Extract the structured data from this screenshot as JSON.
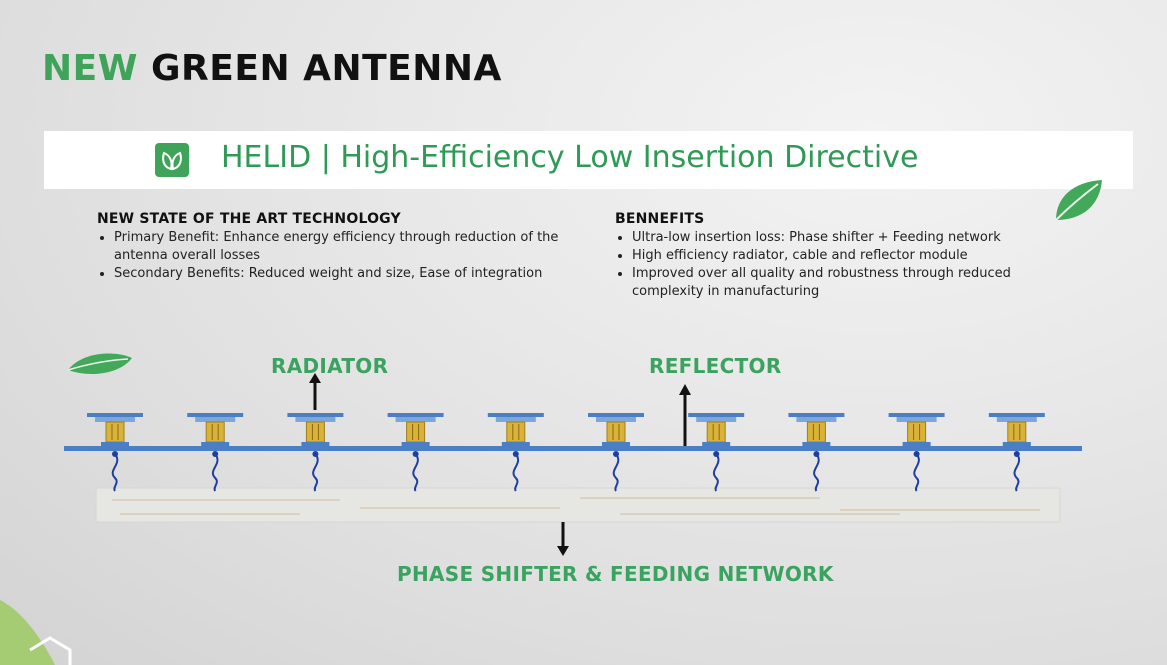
{
  "slide": {
    "title_new": "NEW",
    "title_rest": "GREEN ANTENNA",
    "banner": {
      "icon": "leaf-icon",
      "text": "HELID | High-Efficiency Low Insertion Directive"
    },
    "left_section": {
      "heading": "NEW STATE OF THE ART TECHNOLOGY",
      "items": [
        "Primary Benefit: Enhance energy efficiency through reduction of the antenna overall losses",
        "Secondary Benefits: Reduced weight and size, Ease of integration"
      ]
    },
    "right_section": {
      "heading": "BENNEFITS",
      "items": [
        "Ultra-low insertion loss: Phase shifter + Feeding network",
        "High efficiency radiator, cable and reflector module",
        "Improved over all quality and robustness through reduced complexity in manufacturing"
      ]
    },
    "diagram": {
      "label_radiator": "RADIATOR",
      "label_reflector": "REFLECTOR",
      "label_phase": "PHASE SHIFTER & FEEDING NETWORK",
      "radiator_count": 10
    },
    "colors": {
      "accent_green": "#3fa35a",
      "title_dark": "#111111",
      "reflector_blue": "#4a7fc6",
      "element_gold": "#d9b23a"
    }
  }
}
